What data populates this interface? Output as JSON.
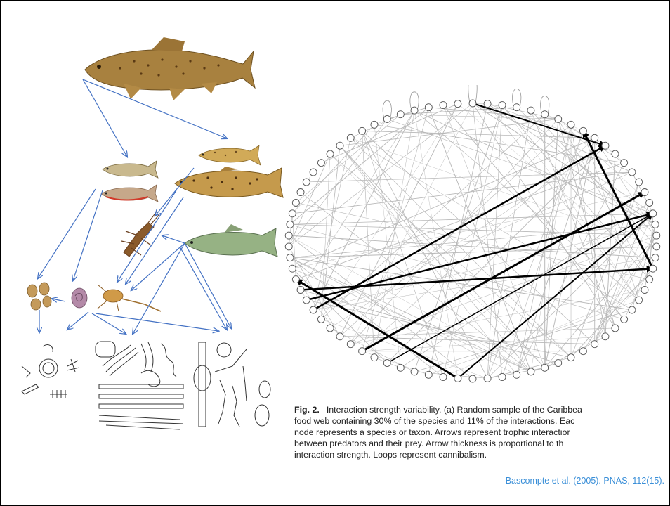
{
  "slide": {
    "border_color": "#000000",
    "background": "#ffffff"
  },
  "food_web_illustration": {
    "arrow_color": "#4472c4",
    "organisms": [
      {
        "name": "brown-trout-adult",
        "kind": "fish",
        "color": "#a07a3a"
      },
      {
        "name": "small-minnow-1",
        "kind": "fish",
        "color": "#b8a878"
      },
      {
        "name": "small-minnow-2",
        "kind": "fish",
        "color": "#c89070"
      },
      {
        "name": "juvenile-trout",
        "kind": "fish",
        "color": "#c8a050"
      },
      {
        "name": "spotted-trout",
        "kind": "fish",
        "color": "#b88a40"
      },
      {
        "name": "green-fish",
        "kind": "fish",
        "color": "#8aa878"
      },
      {
        "name": "stonefly-nymph",
        "kind": "insect",
        "color": "#7a5028"
      },
      {
        "name": "mayfly-larva",
        "kind": "insect",
        "color": "#c89040"
      },
      {
        "name": "amphipod",
        "kind": "invertebrate",
        "color": "#c09050"
      },
      {
        "name": "snail",
        "kind": "invertebrate",
        "color": "#a07898"
      },
      {
        "name": "diatoms",
        "kind": "algae",
        "color": "#333333"
      },
      {
        "name": "filamentous-algae",
        "kind": "algae",
        "color": "#333333"
      },
      {
        "name": "green-algae",
        "kind": "algae",
        "color": "#444444"
      }
    ]
  },
  "network": {
    "node_count": 78,
    "node_fill": "#ffffff",
    "node_stroke": "#555555",
    "edge_color": "#000000"
  },
  "caption": {
    "fig_label": "Fig. 2.",
    "lines": [
      "Interaction strength variability. (a) Random sample of the Caribbea",
      "food web containing 30% of the species and 11% of the interactions. Eac",
      "node represents a species or taxon. Arrows represent trophic interactior",
      "between predators and their prey. Arrow thickness is proportional to th",
      "interaction strength. Loops represent cannibalism."
    ]
  },
  "citation": {
    "text": "Bascompte et al. (2005). PNAS, 112(15).",
    "color": "#3a8fd8"
  }
}
